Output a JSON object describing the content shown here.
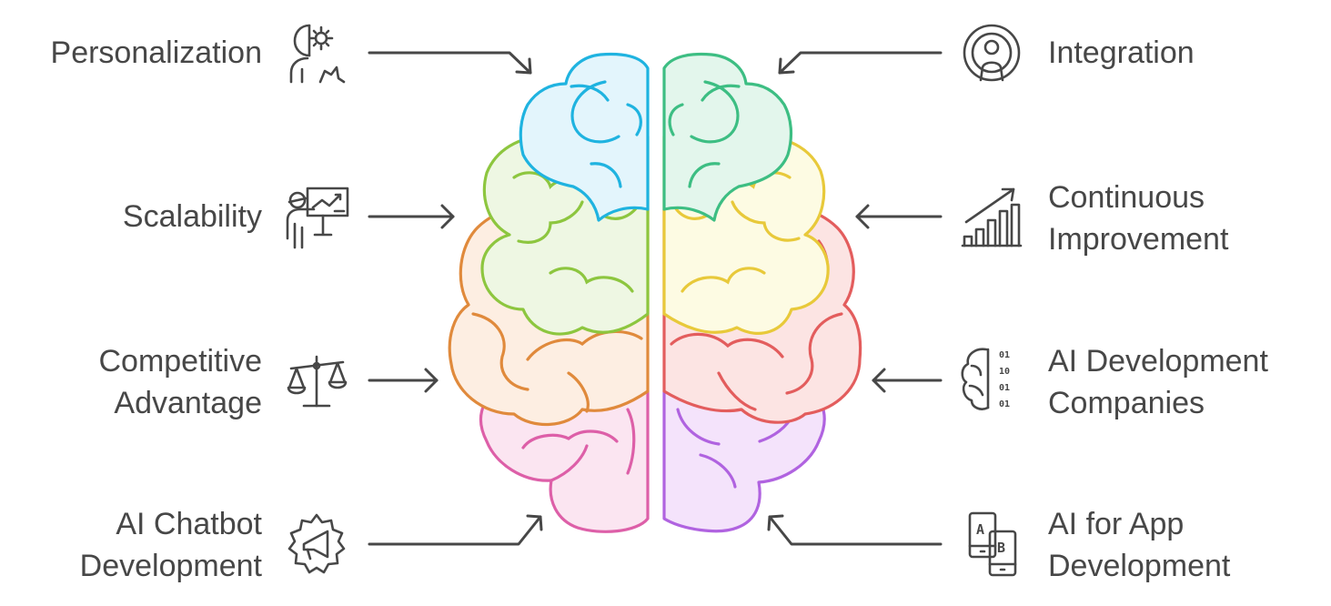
{
  "diagram": {
    "left_items": [
      {
        "label": "Personalization",
        "icon": "user-gear-icon",
        "color": "#1FB3E0"
      },
      {
        "label": "Scalability",
        "icon": "presenter-chart-icon",
        "color": "#8DC63F"
      },
      {
        "label": "Competitive\nAdvantage",
        "icon": "balance-scale-icon",
        "color": "#E08A3C"
      },
      {
        "label": "AI Chatbot\nDevelopment",
        "icon": "megaphone-gear-icon",
        "color": "#DD5FA8"
      }
    ],
    "right_items": [
      {
        "label": "Integration",
        "icon": "broadcast-user-icon",
        "color": "#3DBE83"
      },
      {
        "label": "Continuous\nImprovement",
        "icon": "growth-chart-icon",
        "color": "#E8C93A"
      },
      {
        "label": "AI Development\nCompanies",
        "icon": "brain-binary-icon",
        "color": "#E35D5D"
      },
      {
        "label": "AI for App\nDevelopment",
        "icon": "ab-test-phone-icon",
        "color": "#B063E0"
      }
    ],
    "binary_glyphs": [
      "01",
      "10",
      "01",
      "01"
    ],
    "ab_glyphs": [
      "A",
      "B"
    ]
  }
}
